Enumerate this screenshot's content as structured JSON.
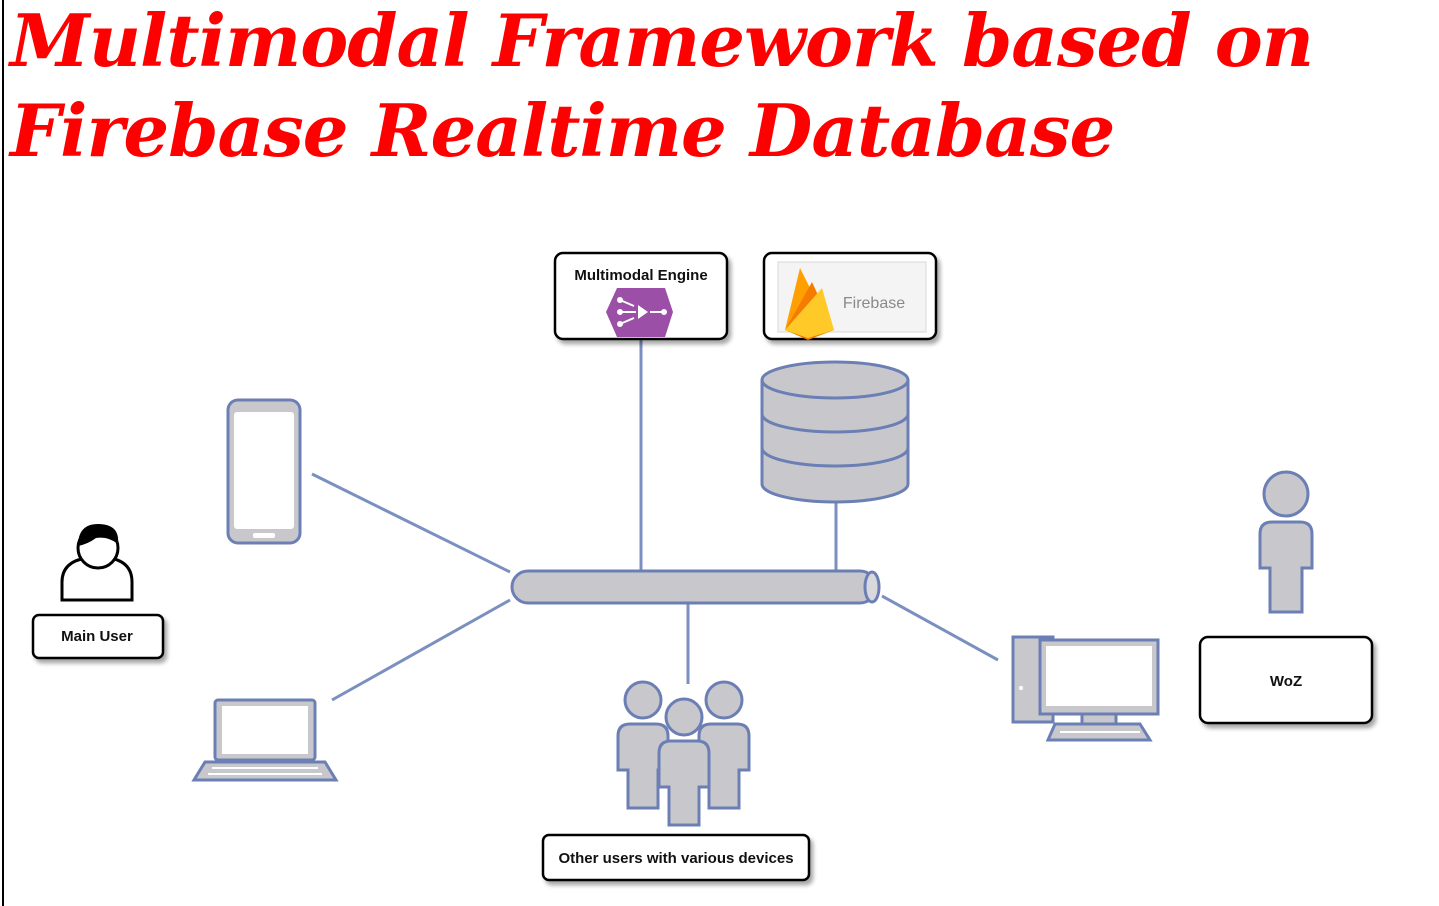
{
  "title": {
    "line1": "Multimodal Framework based on",
    "line2": "Firebase Realtime Database"
  },
  "labels": {
    "multimodal_engine": "Multimodal Engine",
    "firebase": "Firebase",
    "main_user": "Main User",
    "woz": "WoZ",
    "other_users": "Other users with various devices"
  },
  "colors": {
    "title": "#ff0000",
    "connector": "#7b8fc0",
    "device_gray": "#c8c8cc",
    "device_stroke": "#6b7fb5",
    "engine_purple": "#9b4fa6",
    "firebase_orange": "#f5a623",
    "firebase_yellow": "#ffca28"
  },
  "icons": [
    "smartphone-icon",
    "laptop-icon",
    "desktop-computer-icon",
    "database-icon",
    "user-icon",
    "group-users-icon",
    "firebase-logo-icon",
    "engine-flow-icon"
  ]
}
